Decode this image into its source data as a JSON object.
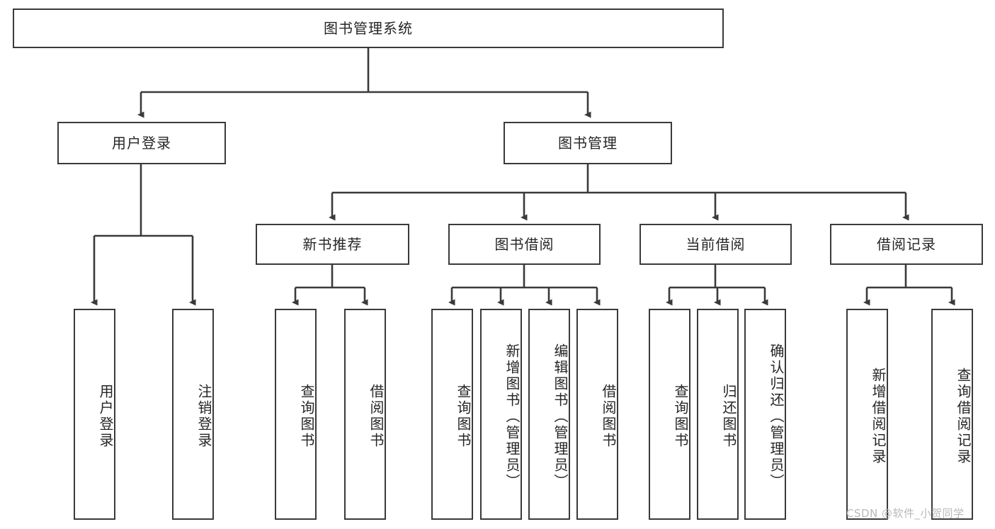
{
  "diagram": {
    "title": "图书管理系统",
    "type": "tree",
    "watermark": "CSDN @软件_小贺同学",
    "stroke_color": "#3a3a3a",
    "fill_color": "#ffffff",
    "text_color": "#262626",
    "nodes": {
      "root": {
        "label": "图书管理系统",
        "level": 0,
        "orientation": "horizontal"
      },
      "l1_user": {
        "label": "用户登录",
        "level": 1,
        "orientation": "horizontal"
      },
      "l1_book": {
        "label": "图书管理",
        "level": 1,
        "orientation": "horizontal"
      },
      "l2_new": {
        "label": "新书推荐",
        "level": 2,
        "orientation": "horizontal"
      },
      "l2_borrow": {
        "label": "图书借阅",
        "level": 2,
        "orientation": "horizontal"
      },
      "l2_current": {
        "label": "当前借阅",
        "level": 2,
        "orientation": "horizontal"
      },
      "l2_record": {
        "label": "借阅记录",
        "level": 2,
        "orientation": "horizontal"
      },
      "leaf_u1": {
        "label": "用户登录",
        "level": 3,
        "orientation": "vertical"
      },
      "leaf_u2": {
        "label": "注销登录",
        "level": 3,
        "orientation": "vertical"
      },
      "leaf_n1": {
        "label": "查询图书",
        "level": 3,
        "orientation": "vertical"
      },
      "leaf_n2": {
        "label": "借阅图书",
        "level": 3,
        "orientation": "vertical"
      },
      "leaf_b1": {
        "label": "查询图书",
        "level": 3,
        "orientation": "vertical"
      },
      "leaf_b2": {
        "label": "新增图书（管理员）",
        "level": 3,
        "orientation": "vertical"
      },
      "leaf_b3": {
        "label": "编辑图书（管理员）",
        "level": 3,
        "orientation": "vertical"
      },
      "leaf_b4": {
        "label": "借阅图书",
        "level": 3,
        "orientation": "vertical"
      },
      "leaf_c1": {
        "label": "查询图书",
        "level": 3,
        "orientation": "vertical"
      },
      "leaf_c2": {
        "label": "归还图书",
        "level": 3,
        "orientation": "vertical"
      },
      "leaf_c3": {
        "label": "确认归还（管理员）",
        "level": 3,
        "orientation": "vertical"
      },
      "leaf_r1": {
        "label": "新增借阅记录",
        "level": 3,
        "orientation": "vertical"
      },
      "leaf_r2": {
        "label": "查询借阅记录",
        "level": 3,
        "orientation": "vertical"
      }
    },
    "edges": [
      {
        "from": "root",
        "to": "l1_user"
      },
      {
        "from": "root",
        "to": "l1_book"
      },
      {
        "from": "l1_user",
        "to": "leaf_u1"
      },
      {
        "from": "l1_user",
        "to": "leaf_u2"
      },
      {
        "from": "l1_book",
        "to": "l2_new"
      },
      {
        "from": "l1_book",
        "to": "l2_borrow"
      },
      {
        "from": "l1_book",
        "to": "l2_current"
      },
      {
        "from": "l1_book",
        "to": "l2_record"
      },
      {
        "from": "l2_new",
        "to": "leaf_n1"
      },
      {
        "from": "l2_new",
        "to": "leaf_n2"
      },
      {
        "from": "l2_borrow",
        "to": "leaf_b1"
      },
      {
        "from": "l2_borrow",
        "to": "leaf_b2"
      },
      {
        "from": "l2_borrow",
        "to": "leaf_b3"
      },
      {
        "from": "l2_borrow",
        "to": "leaf_b4"
      },
      {
        "from": "l2_current",
        "to": "leaf_c1"
      },
      {
        "from": "l2_current",
        "to": "leaf_c2"
      },
      {
        "from": "l2_current",
        "to": "leaf_c3"
      },
      {
        "from": "l2_record",
        "to": "leaf_r1"
      },
      {
        "from": "l2_record",
        "to": "leaf_r2"
      }
    ]
  }
}
